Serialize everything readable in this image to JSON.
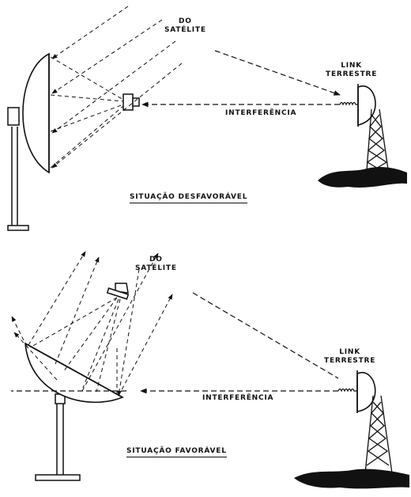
{
  "top_panel": {
    "source_line1": "DO",
    "source_line2": "SATÉLITE",
    "link_line1": "LINK",
    "link_line2": "TERRESTRE",
    "interference": "INTERFERÊNCIA",
    "caption": "SITUAÇÃO  DESFAVORÁVEL"
  },
  "bottom_panel": {
    "source_line1": "DO",
    "source_line2": "SATÉLITE",
    "link_line1": "LINK",
    "link_line2": "TERRESTRE",
    "interference": "INTERFERÊNCIA",
    "caption": "SITUAÇÃO  FAVORÁVEL"
  },
  "colors": {
    "ink": "#111111",
    "paper": "#ffffff"
  }
}
